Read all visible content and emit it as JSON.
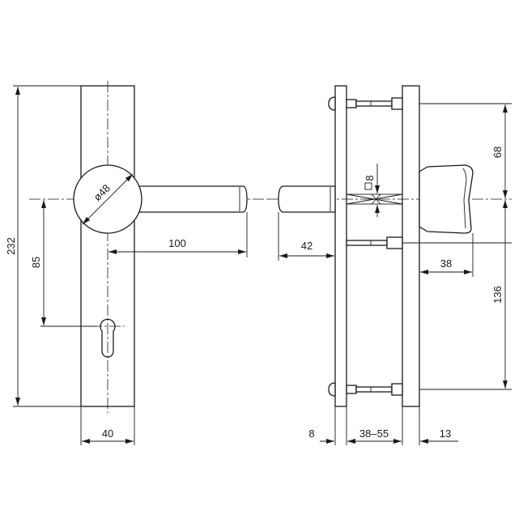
{
  "title": "",
  "dimensions": {
    "overall_height": "232",
    "handle_to_cylinder": "85",
    "rose_diameter": "ø48",
    "lever_length": "100",
    "plate_width": "40",
    "spindle_projection": "42",
    "spindle_square": "8",
    "knob_offset_top": "68",
    "knob_depth": "38",
    "knob_offset_bottom": "136",
    "outer_plate_thickness": "8",
    "door_thickness_range": "38–55",
    "inner_plate_thickness": "13"
  },
  "colors": {
    "line": "#1a1a1a",
    "background": "#ffffff"
  }
}
